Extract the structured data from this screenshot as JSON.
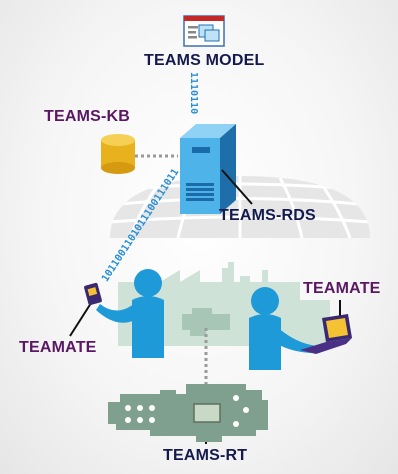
{
  "labels": {
    "teams_model": "TEAMS MODEL",
    "teams_kb": "TEAMS-KB",
    "teams_rds": "TEAMS-RDS",
    "teamate_left": "TEAMATE",
    "teamate_right": "TEAMATE",
    "teams_rt": "TEAMS-RT"
  },
  "binary": {
    "model_link": "1110110",
    "rds_link": "1011001101011100111011"
  },
  "icons": [
    "window-icon",
    "database-icon",
    "server-icon",
    "globe-icon",
    "person-icon",
    "handheld-icon",
    "laptop-icon",
    "factory-icon",
    "circuit-board-icon"
  ],
  "colors": {
    "label_dark": "#141a4e",
    "label_purple": "#5a1763",
    "bits": "#2a8fd6",
    "person": "#1f9ad9",
    "board": "#7fa08e",
    "factory": "#c9ddd2",
    "database": "#e8b21f"
  }
}
